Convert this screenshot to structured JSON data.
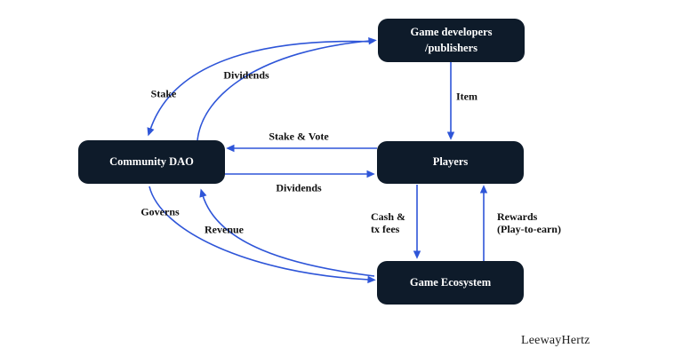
{
  "brand": "LeewayHertz",
  "colors": {
    "node_fill": "#0e1b2a",
    "node_text": "#ffffff",
    "arrow": "#2e55d8",
    "label": "#101010",
    "background": "#ffffff"
  },
  "nodes": {
    "game_developers": {
      "line1": "Game developers",
      "line2": "/publishers"
    },
    "community_dao": {
      "label": "Community DAO"
    },
    "players": {
      "label": "Players"
    },
    "game_ecosystem": {
      "label": "Game Ecosystem"
    }
  },
  "edges": {
    "stake": {
      "label": "Stake",
      "from": "Game developers/publishers",
      "to": "Community DAO"
    },
    "dividends_to_developers": {
      "label": "Dividends",
      "from": "Community DAO",
      "to": "Game developers/publishers"
    },
    "item": {
      "label": "Item",
      "from": "Game developers/publishers",
      "to": "Players"
    },
    "stake_and_vote": {
      "label": "Stake & Vote",
      "from": "Players",
      "to": "Community DAO"
    },
    "dividends_to_players": {
      "label": "Dividends",
      "from": "Community DAO",
      "to": "Players"
    },
    "governs": {
      "label": "Governs",
      "from": "Community DAO",
      "to": "Game Ecosystem"
    },
    "revenue": {
      "label": "Revenue",
      "from": "Game Ecosystem",
      "to": "Community DAO"
    },
    "cash_tx_fees": {
      "line1": "Cash &",
      "line2": "tx fees",
      "from": "Players",
      "to": "Game Ecosystem"
    },
    "rewards": {
      "line1": "Rewards",
      "line2": "(Play-to-earn)",
      "from": "Game Ecosystem",
      "to": "Players"
    }
  }
}
